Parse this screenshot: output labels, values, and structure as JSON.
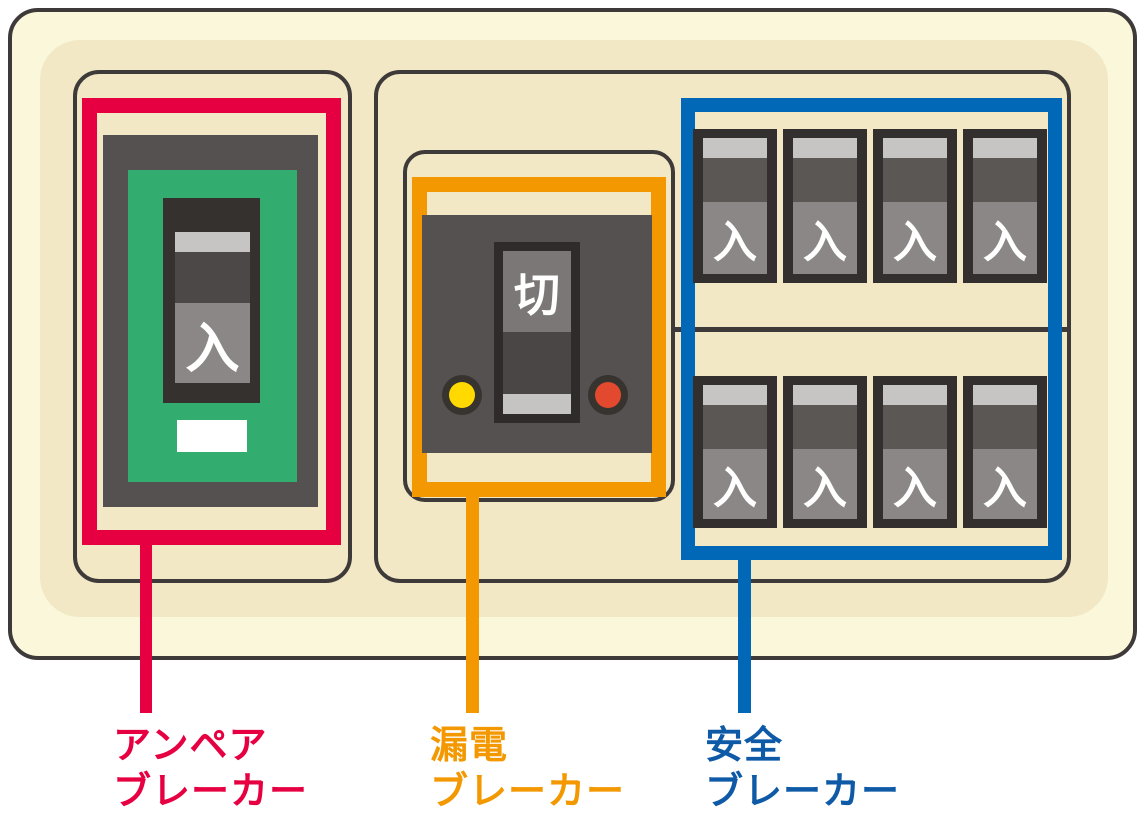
{
  "diagram_type": "electrical-distribution-board",
  "labels": {
    "ampere": {
      "line1": "アンペア",
      "line2": "ブレーカー"
    },
    "leakage": {
      "line1": "漏電",
      "line2": "ブレーカー"
    },
    "safety": {
      "line1": "安全",
      "line2": "ブレーカー"
    }
  },
  "ampere_breaker": {
    "state": "入"
  },
  "leakage_breaker": {
    "state": "切"
  },
  "safety_breakers": {
    "rows": 2,
    "per_row": 4,
    "states": [
      "入",
      "入",
      "入",
      "入",
      "入",
      "入",
      "入",
      "入"
    ]
  },
  "colors": {
    "highlight_red": "#E60042",
    "highlight_orange": "#F39800",
    "highlight_blue": "#0068B7",
    "label_blue": "#0E5AA7",
    "breaker_green": "#33AC6F",
    "indicator_yellow": "#FFD900",
    "indicator_red": "#E3492E",
    "board_face": "#FBF7DB",
    "board_inset": "#F2E8C5",
    "outline": "#3E3A39"
  },
  "icons": {
    "yellow_lamp": "leakage-indicator-lamp",
    "red_lamp": "test-button-lamp"
  }
}
